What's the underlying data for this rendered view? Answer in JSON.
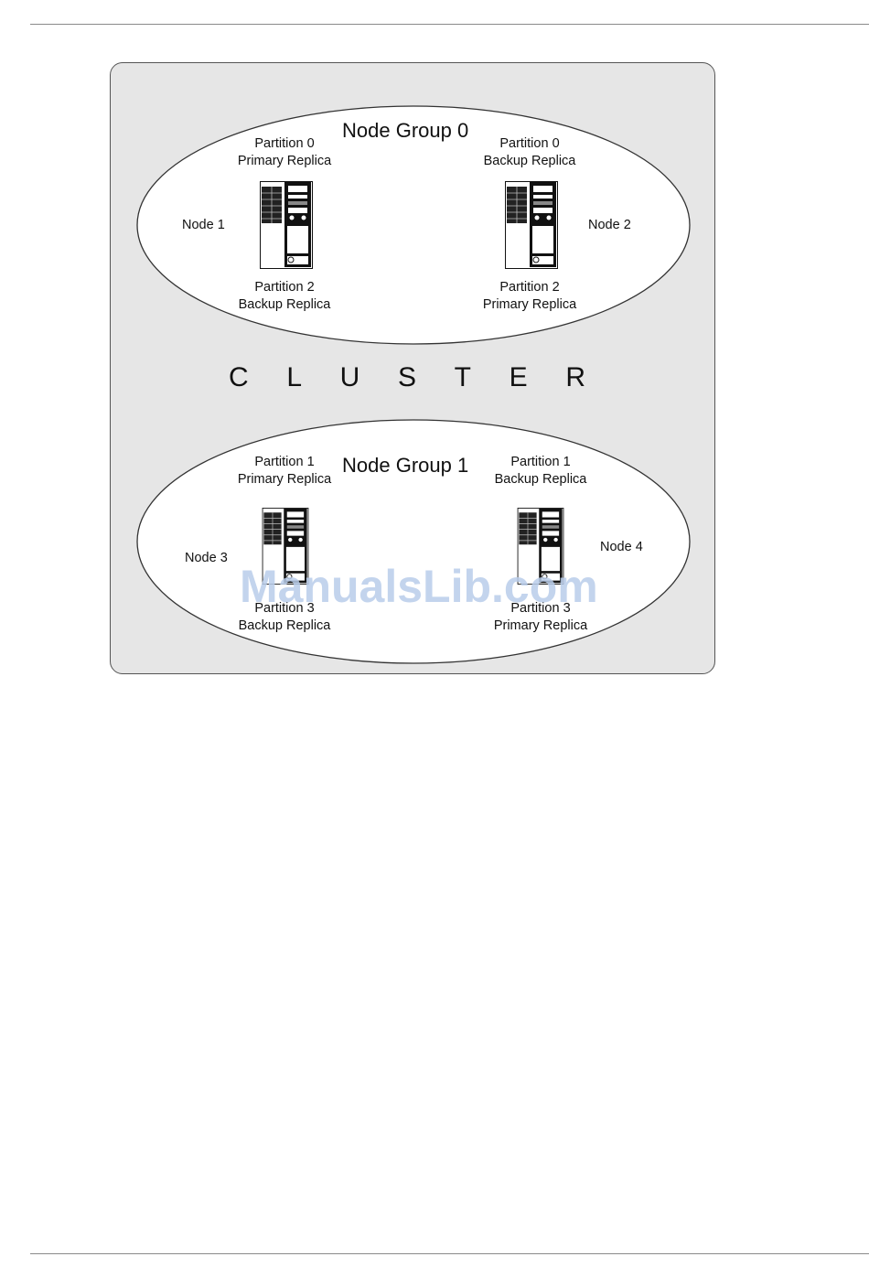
{
  "cluster_label": "C L U S T E R",
  "cluster_letters": [
    "C",
    "L",
    "U",
    "S",
    "T",
    "E",
    "R"
  ],
  "watermark": "ManualsLib.com",
  "node_groups": [
    {
      "title": "Node Group 0",
      "nodes": [
        {
          "name": "Node 1",
          "top_label": {
            "line1": "Partition 0",
            "line2": "Primary Replica"
          },
          "bottom_label": {
            "line1": "Partition 2",
            "line2": "Backup Replica"
          }
        },
        {
          "name": "Node 2",
          "top_label": {
            "line1": "Partition 0",
            "line2": "Backup Replica"
          },
          "bottom_label": {
            "line1": "Partition 2",
            "line2": "Primary Replica"
          }
        }
      ]
    },
    {
      "title": "Node Group 1",
      "nodes": [
        {
          "name": "Node 3",
          "top_label": {
            "line1": "Partition 1",
            "line2": "Primary Replica"
          },
          "bottom_label": {
            "line1": "Partition 3",
            "line2": "Backup Replica"
          }
        },
        {
          "name": "Node 4",
          "top_label": {
            "line1": "Partition 1",
            "line2": "Backup Replica"
          },
          "bottom_label": {
            "line1": "Partition 3",
            "line2": "Primary Replica"
          }
        }
      ]
    }
  ],
  "icons": {
    "server": "server-tower-icon"
  },
  "colors": {
    "cluster_fill": "#e6e6e6",
    "group_fill": "#ffffff",
    "watermark": "#b9cdea"
  }
}
